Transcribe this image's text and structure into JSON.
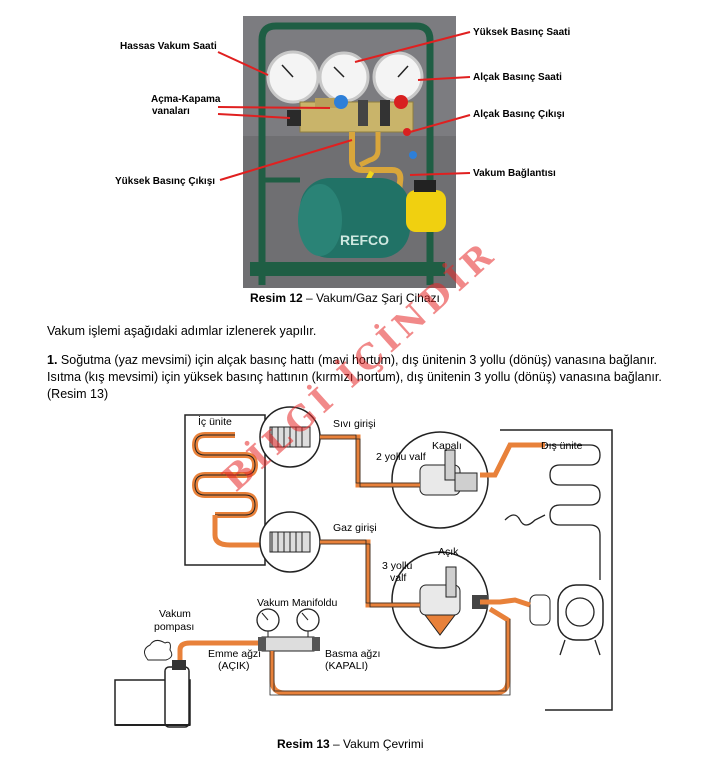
{
  "figure1": {
    "labels": {
      "hassas_vakum": "Hassas Vakum Saati",
      "acma_kapama": "Açma-Kapama",
      "vanalari": "vanaları",
      "yuksek_cikisi": "Yüksek Basınç Çıkışı",
      "yuksek_saati": "Yüksek Basınç Saati",
      "alcak_saati": "Alçak Basınç Saati",
      "alcak_cikisi": "Alçak Basınç Çıkışı",
      "vakum_baglantisi": "Vakum Bağlantısı"
    },
    "brand_text": "REFCO",
    "caption_bold": "Resim 12",
    "caption_rest": " – Vakum/Gaz Şarj Cihazı"
  },
  "body_text": {
    "intro": "Vakum işlemi aşağıdaki adımlar izlenerek yapılır.",
    "step_number": "1.",
    "step_text": " Soğutma (yaz mevsimi)  için alçak basınç hattı (mavi hortum), dış ünitenin 3 yollu (dönüş) vanasına bağlanır. Isıtma   (kış mevsimi) için yüksek basınç hattının (kırmızı hortum), dış ünitenin 3 yollu (dönüş) vanasına bağlanır. (Resim 13)"
  },
  "figure2": {
    "labels": {
      "ic_unite": "İç ünite",
      "sivi_girisi": "Sıvı girişi",
      "kapali": "Kapalı",
      "iki_yollu": "2 yollu valf",
      "dis_unite": "Dış  ünite",
      "gaz_girisi": "Gaz girişi",
      "acik": "Açık",
      "uc_yollu_1": "3 yollu",
      "uc_yollu_2": "valf",
      "vakum_pompasi_1": "Vakum",
      "vakum_pompasi_2": "pompası",
      "vakum_manifoldu": "Vakum Manifoldu",
      "emme_agzi": "Emme ağzı",
      "acik_paren": "(AÇIK)",
      "basma_agzi": "Basma ağzı",
      "kapali_paren": "(KAPALI)"
    },
    "caption_bold": "Resim 13",
    "caption_rest": " – Vakum Çevrimi"
  },
  "watermark": "BİLGİ İÇİNDİR",
  "colors": {
    "photo_bg": "#6e6e70",
    "frame_green": "#1f5e44",
    "pump_green": "#1f6f63",
    "hose_orange": "#e8813a",
    "annotation_red": "#e02020",
    "watermark_red": "#e62828"
  }
}
